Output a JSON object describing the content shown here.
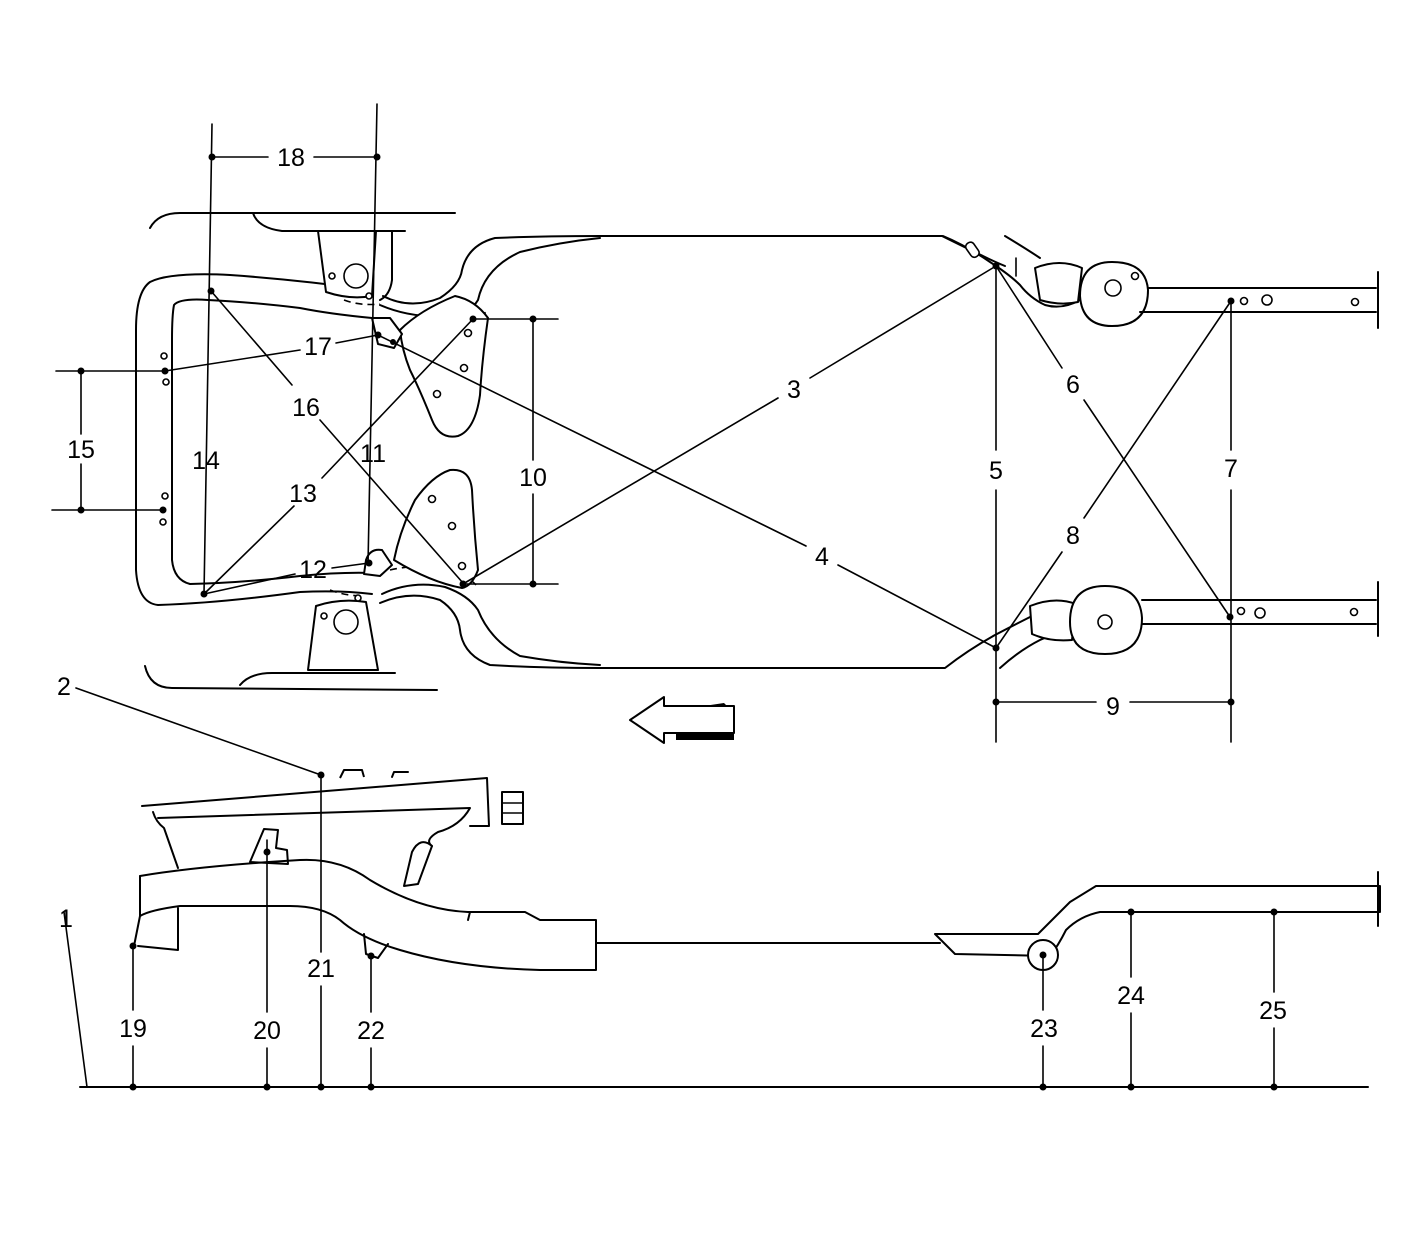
{
  "colors": {
    "line": "#000000",
    "background": "#ffffff"
  },
  "icons": {
    "direction_arrow": "left-arrow-icon"
  },
  "callouts": [
    "1",
    "2",
    "3",
    "4",
    "5",
    "6",
    "7",
    "8",
    "9",
    "10",
    "11",
    "12",
    "13",
    "14",
    "15",
    "16",
    "17",
    "18",
    "19",
    "20",
    "21",
    "22",
    "23",
    "24",
    "25"
  ]
}
